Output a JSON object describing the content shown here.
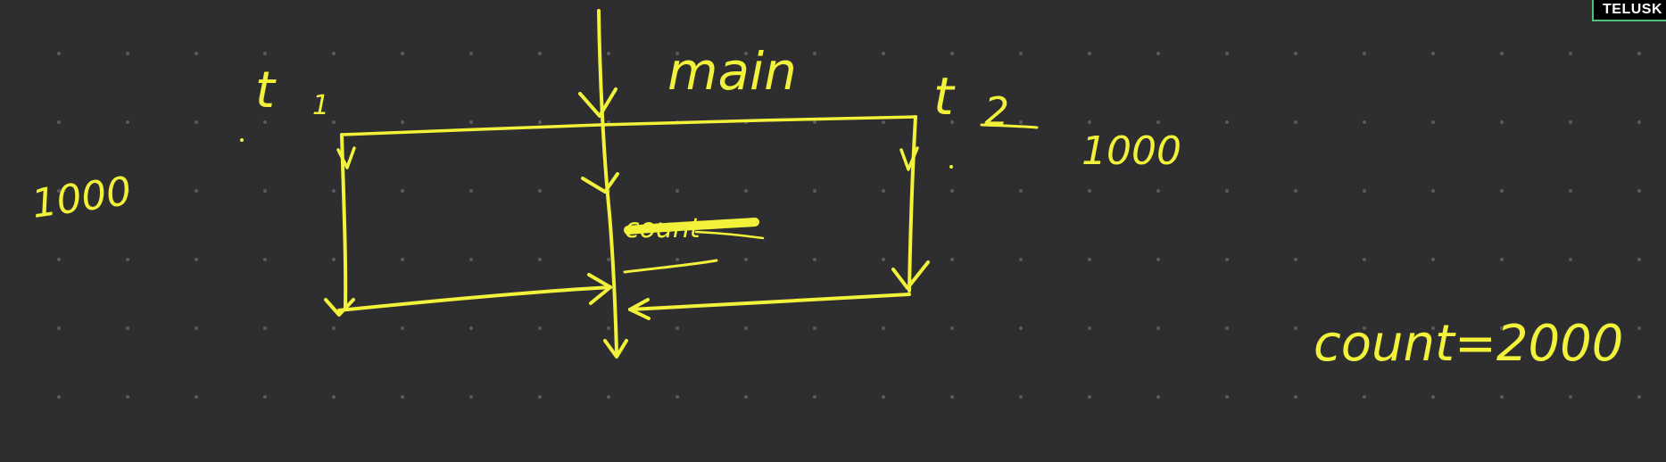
{
  "brand": {
    "text": "TELUSK"
  },
  "diagram": {
    "main_label": "main",
    "thread1_label": "t",
    "thread1_sub": "1",
    "thread2_label": "t",
    "thread2_sub": "2",
    "left_count": "1000",
    "right_count": "1000",
    "crossed_word": "count",
    "result": "count=2000"
  },
  "colors": {
    "background": "#2e2e30",
    "ink": "#f2f23a",
    "grid_dots": "#5a5a5c",
    "brand_border": "#4ec07a"
  }
}
